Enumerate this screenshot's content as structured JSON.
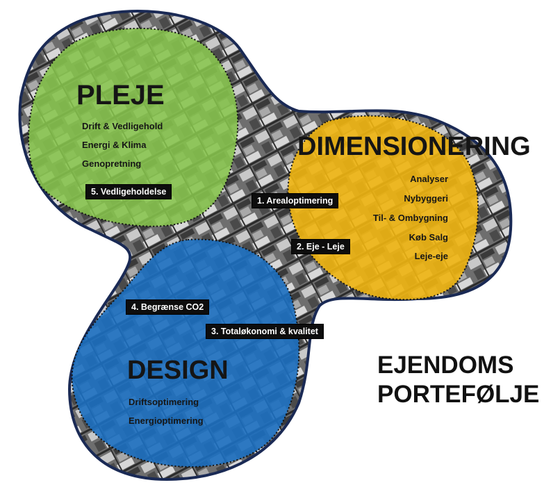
{
  "colors": {
    "pleje": "#86c44c",
    "dimensionering": "#efb511",
    "design": "#1c6fc0",
    "photo_base": "#6c6c6c",
    "badge": "#0d0d0d"
  },
  "pleje": {
    "title": "PLEJE",
    "items": [
      "Drift & Vedligehold",
      "Energi & Klima",
      "Genopretning"
    ]
  },
  "dimensionering": {
    "title": "DIMENSIONERING",
    "items": [
      "Analyser",
      "Nybyggeri",
      "Til- & Ombygning",
      "Køb Salg",
      "Leje-eje"
    ]
  },
  "design": {
    "title": "DESIGN",
    "items": [
      "Driftsoptimering",
      "Energioptimering"
    ]
  },
  "badges": {
    "b1": "1. Arealoptimering",
    "b2": "2. Eje - Leje",
    "b3": "3. Totaløkonomi & kvalitet",
    "b4": "4. Begrænse CO2",
    "b5": "5. Vedligeholdelse"
  },
  "portfolio": {
    "line1": "EJENDOMS",
    "line2": "PORTEFØLJE"
  }
}
